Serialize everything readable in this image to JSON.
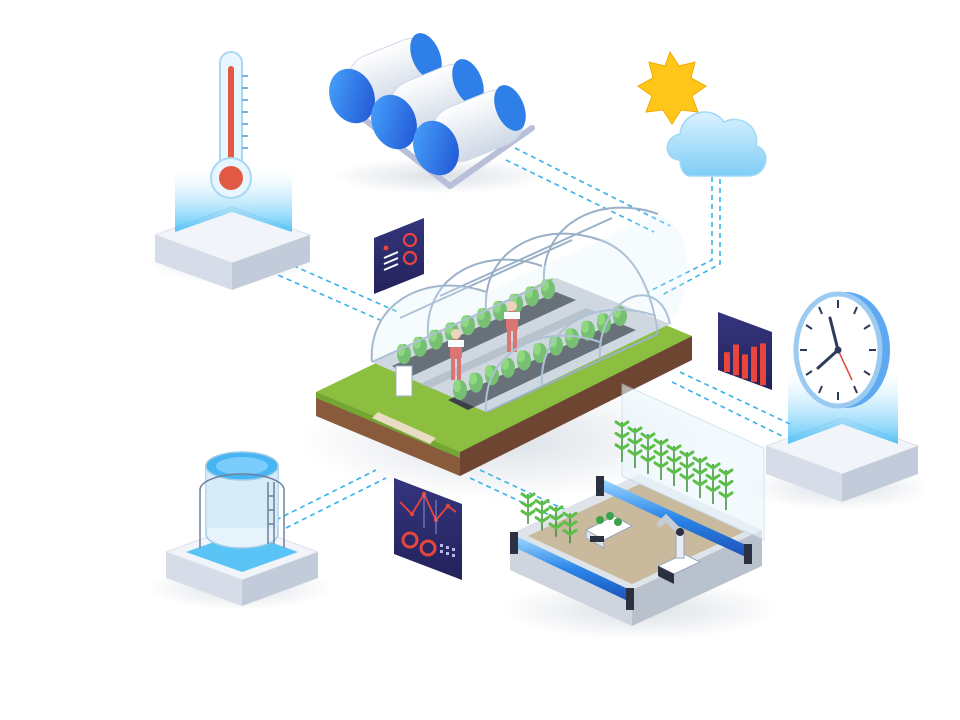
{
  "hub": {
    "name": "greenhouse",
    "workers": 2
  },
  "nodes": [
    {
      "id": "thermometer",
      "icon": "thermometer-icon"
    },
    {
      "id": "gas-tanks",
      "icon": "gas-tanks-icon",
      "tank_count": 3
    },
    {
      "id": "weather",
      "icon": "sun-cloud-icon"
    },
    {
      "id": "clock",
      "icon": "clock-icon"
    },
    {
      "id": "water-tank",
      "icon": "water-tank-icon"
    },
    {
      "id": "vertical-farm",
      "icon": "robot-farm-icon"
    }
  ],
  "panels": [
    {
      "id": "settings-panel",
      "icon": "toggle-settings-icon"
    },
    {
      "id": "bar-chart-panel",
      "icon": "bar-chart-icon",
      "bar_levels": [
        0.45,
        0.7,
        0.55,
        0.8,
        0.95
      ]
    },
    {
      "id": "analytics-panel",
      "icon": "line-chart-icon"
    }
  ],
  "colors": {
    "accent_blue": "#2e9bf0",
    "connector": "#35b3e8",
    "panel_navy": "#2b2a6b",
    "panel_red": "#e8453c",
    "grass": "#8cbf3f",
    "soil": "#8a5a3c",
    "platform": "#e6ebf2",
    "glow": "#7fd4ff"
  }
}
